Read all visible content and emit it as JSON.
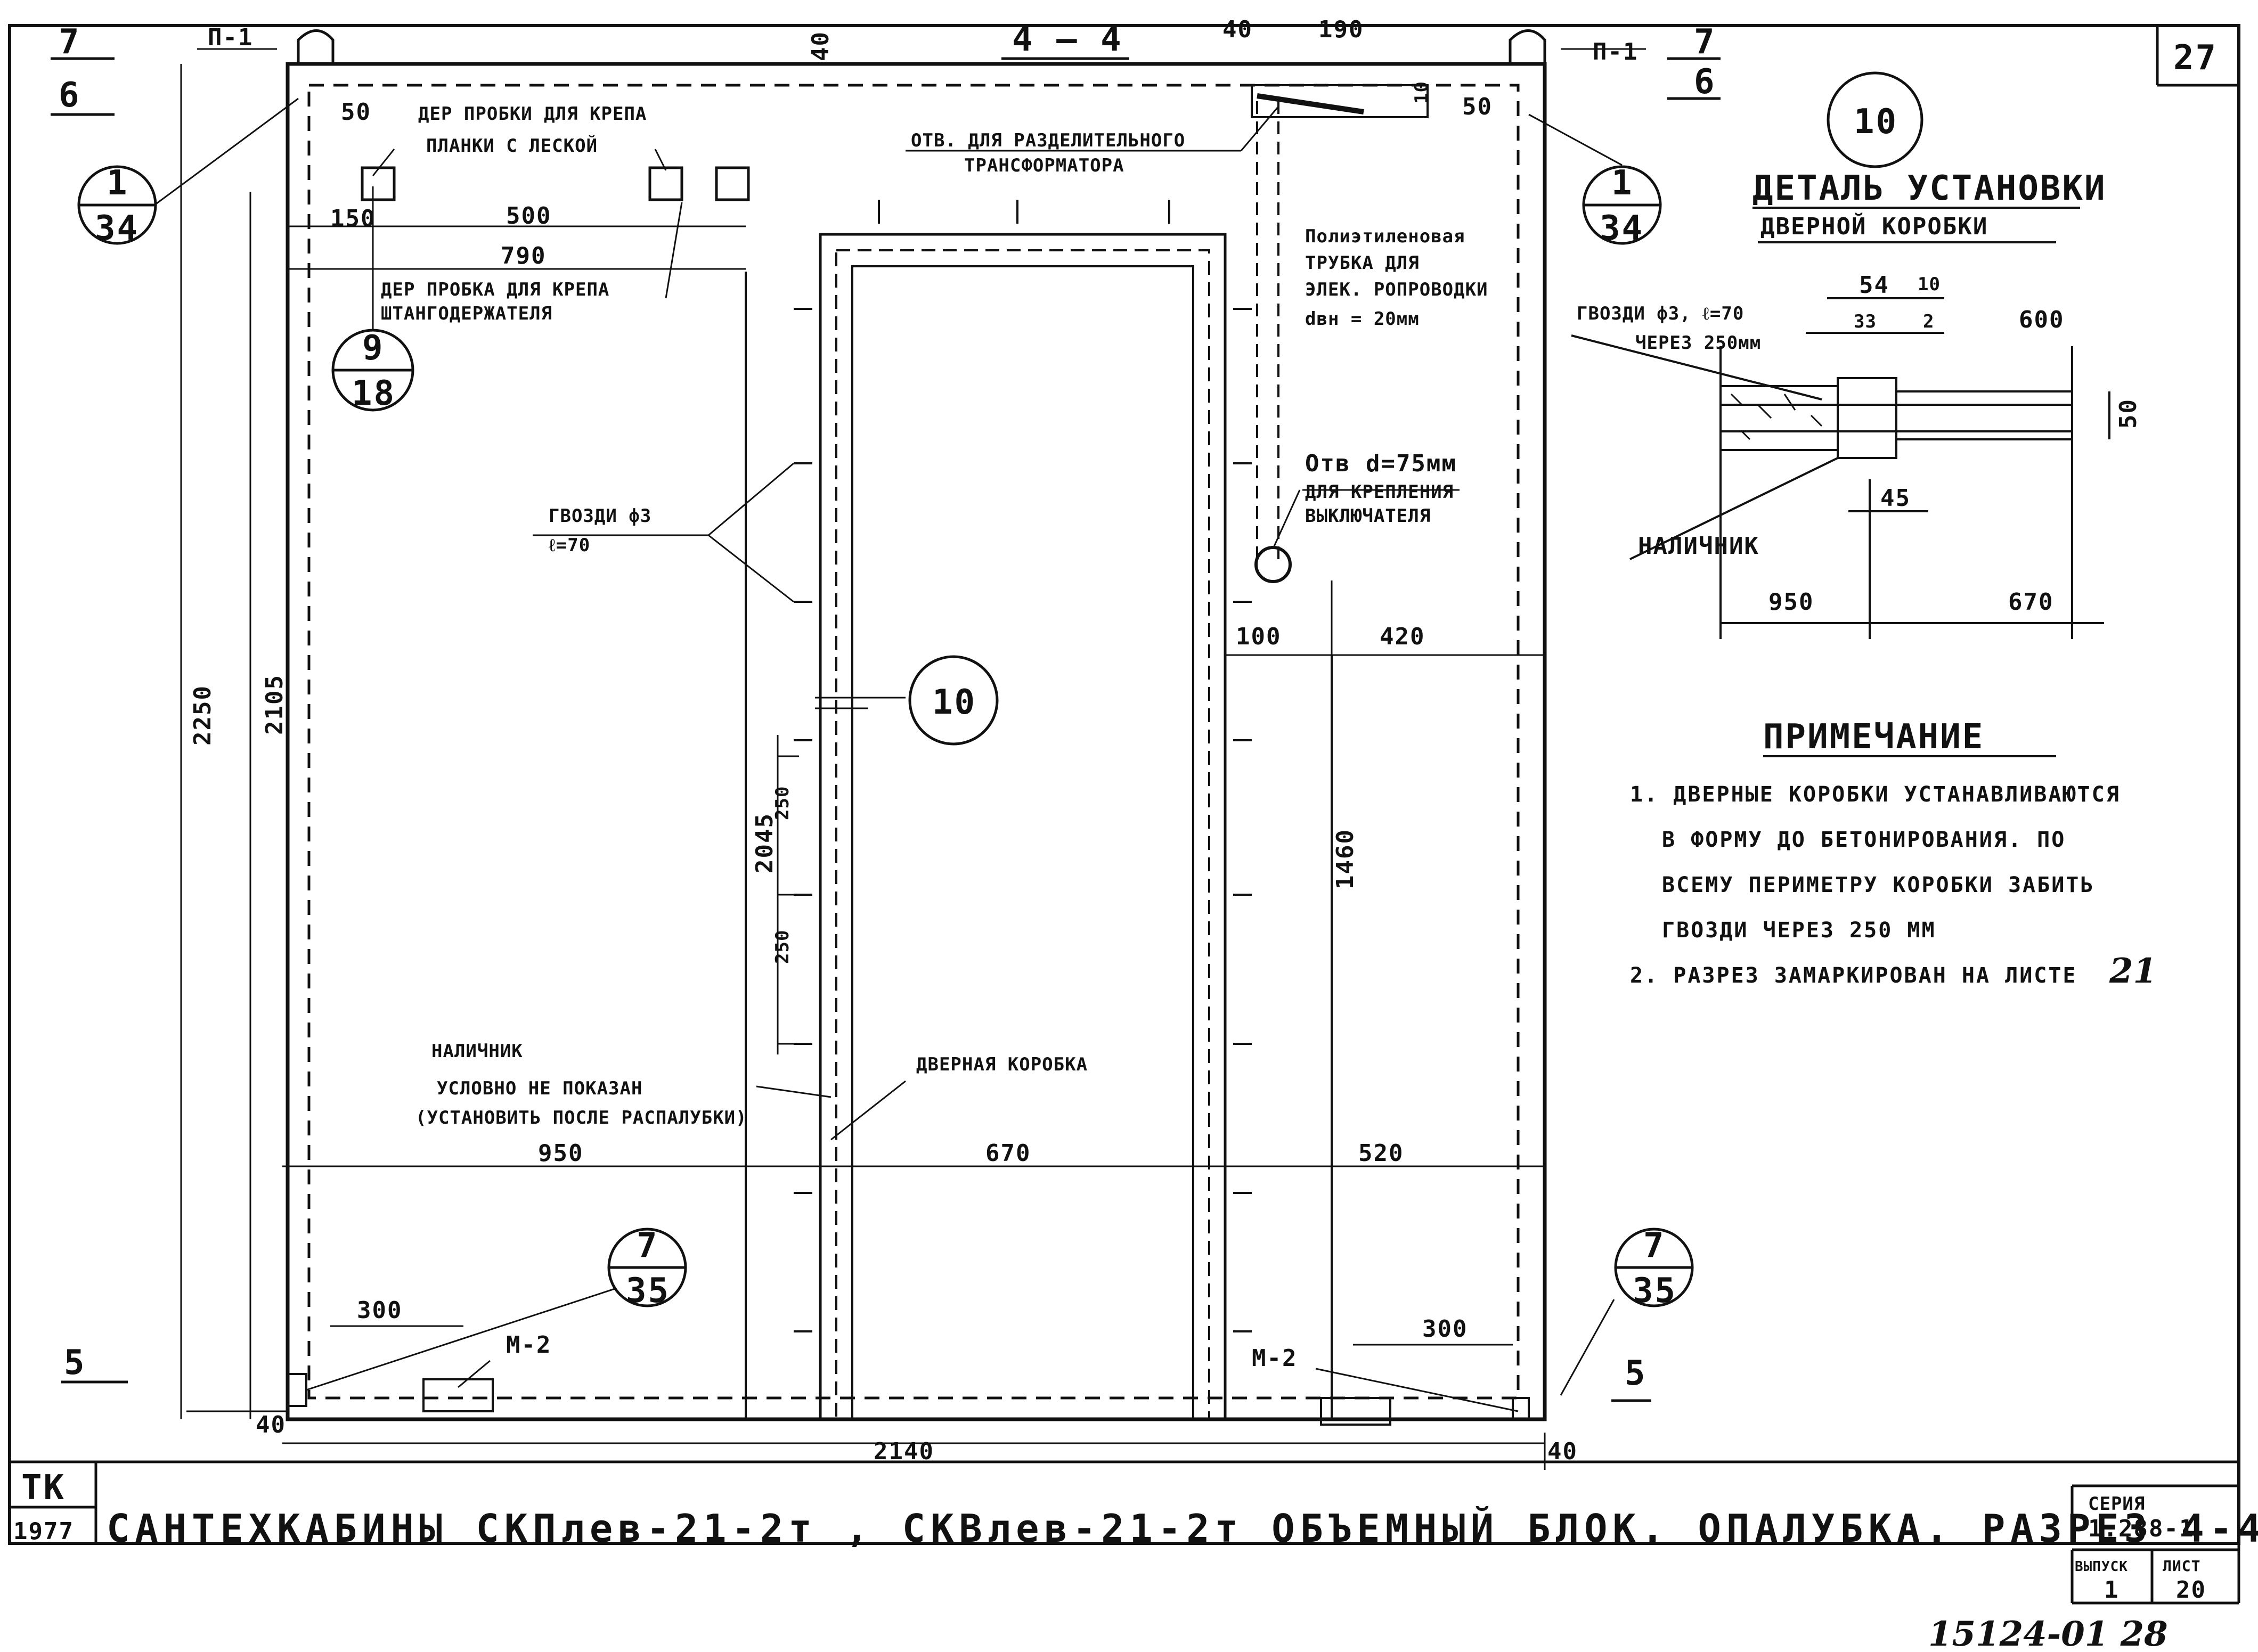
{
  "sheet": {
    "page_number": "27",
    "footer_handwritten": "15124-01  28"
  },
  "section": {
    "title": "4 – 4",
    "marks": {
      "tl_top": "7",
      "tl_bottom": "6",
      "tr_top": "7",
      "tr_bottom": "6",
      "bl": "5",
      "br": "5"
    },
    "p1_left": "П-1",
    "p1_right": "П-1"
  },
  "callouts": {
    "c_1_34_left": {
      "num": "1",
      "den": "34"
    },
    "c_1_34_right": {
      "num": "1",
      "den": "34"
    },
    "c_9_18": {
      "num": "9",
      "den": "18"
    },
    "c_7_35_left": {
      "num": "7",
      "den": "35"
    },
    "c_7_35_right": {
      "num": "7",
      "den": "35"
    },
    "c_10_main": "10",
    "c_10_detail": "10"
  },
  "labels": {
    "hole_plank": "ДЕР ПРОБКИ ДЛЯ КРЕПА",
    "hole_plank2": "ПЛАНКИ С ЛЕСКОЙ",
    "hole_holder": "ДЕР ПРОБКА ДЛЯ КРЕПА",
    "hole_holder2": "ШТАНГОДЕРЖАТЕЛЯ",
    "transformer1": "ОТВ. ДЛЯ РАЗДЕЛИТЕЛЬНОГО",
    "transformer2": "ТРАНСФОРМАТОРА",
    "pipe1": "Полиэтиленовая",
    "pipe2": "ТРУБКА ДЛЯ",
    "pipe3": "ЭЛЕК. РОПРОВОДКИ",
    "pipe4": "dвн = 20мм",
    "switch1": "Отв d=75мм",
    "switch2": "ДЛЯ КРЕПЛЕНИЯ",
    "switch3": "ВЫКЛЮЧАТЕЛЯ",
    "nails1": "ГВОЗДИ ф3",
    "nails2": "ℓ=70",
    "trim1": "НАЛИЧНИК",
    "trim2": "УСЛОВНО НЕ ПОКАЗАН",
    "trim3": "(УСТАНОВИТЬ ПОСЛЕ РАСПАЛУБКИ)",
    "door_frame": "ДВЕРНАЯ КОРОБКА",
    "m2_left": "М-2",
    "m2_right": "М-2"
  },
  "dims": {
    "d_40_top": "40",
    "d_50_left": "50",
    "d_150": "150",
    "d_500": "500",
    "d_790": "790",
    "d_40_r": "40",
    "d_190": "190",
    "d_10": "10",
    "d_50_right": "50",
    "d_2250": "2250",
    "d_2105": "2105",
    "d_2045": "2045",
    "d_250a": "250",
    "d_250b": "250",
    "d_100": "100",
    "d_420": "420",
    "d_1460": "1460",
    "d_950": "950",
    "d_670": "670",
    "d_520": "520",
    "d_300_left": "300",
    "d_300_right": "300",
    "d_40_bl": "40",
    "d_2140": "2140",
    "d_40_br": "40"
  },
  "detail": {
    "title1": "ДЕТАЛЬ УСТАНОВКИ",
    "title2": "ДВЕРНОЙ КОРОБКИ",
    "nails1": "ГВОЗДИ ф3, ℓ=70",
    "nails2": "ЧЕРЕЗ 250мм",
    "trim": "НАЛИЧНИК",
    "d54": "54",
    "d10": "10",
    "d33": "33",
    "d2": "2",
    "d600": "600",
    "d50": "50",
    "d45": "45",
    "d950": "950",
    "d670": "670"
  },
  "notes": {
    "heading": "ПРИМЕЧАНИЕ",
    "n1a": "1. ДВЕРНЫЕ КОРОБКИ УСТАНАВЛИВАЮТСЯ",
    "n1b": "В ФОРМУ ДО БЕТОНИРОВАНИЯ. ПО",
    "n1c": "ВСЕМУ ПЕРИМЕТРУ КОРОБКИ ЗАБИТЬ",
    "n1d": "ГВОЗДИ ЧЕРЕЗ 250 ММ",
    "n2": "2. РАЗРЕЗ ЗАМАРКИРОВАН НА ЛИСТЕ",
    "n2_sheet": "21"
  },
  "title_block": {
    "org1": "ТК",
    "org2": "1977",
    "title": "САНТЕХКАБИНЫ СКПлев-21-2т , СКВлев-21-2т  ОБЪЕМНЫЙ БЛОК. ОПАЛУБКА. РАЗРЕЗ 4-4",
    "series_label": "СЕРИЯ",
    "series_value": "1.288-1",
    "issue_label": "ВЫПУСК",
    "issue_value": "1",
    "sheet_label": "ЛИСТ",
    "sheet_value": "20"
  }
}
